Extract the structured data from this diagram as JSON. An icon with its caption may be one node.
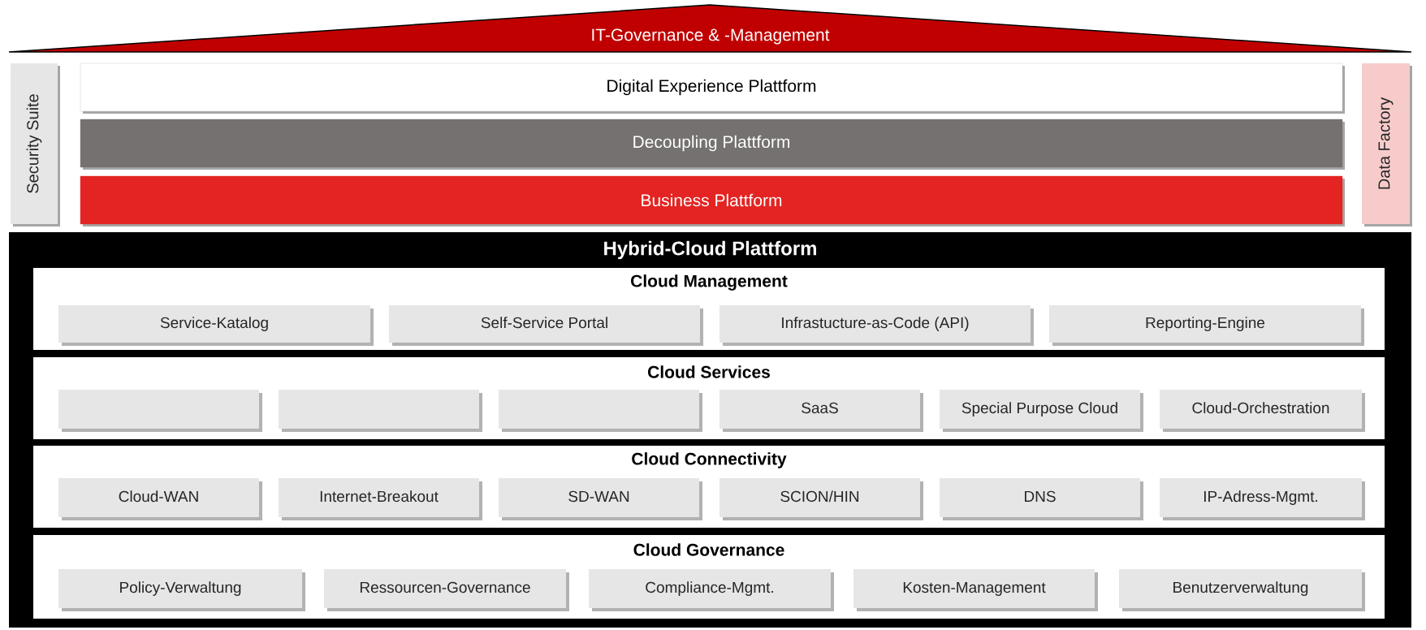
{
  "diagram": {
    "nodes": [
      {
        "text": [
          "IT-Governance & -Management"
        ]
      },
      {
        "text": [
          "Security Suite"
        ]
      },
      {
        "text": [
          "Digital Experience Plattform"
        ]
      },
      {
        "text": [
          "Decoupling Plattform"
        ]
      },
      {
        "text": [
          "Business Plattform"
        ]
      },
      {
        "text": [
          "Data Factory"
        ]
      },
      {
        "text": [
          "Hybrid-Cloud Plattform"
        ]
      },
      {
        "text": [
          "Cloud Management"
        ],
        "in": 6
      },
      {
        "text": [
          "Service-Katalog"
        ],
        "in": 7
      },
      {
        "text": [
          "Self-Service Portal"
        ],
        "in": 7
      },
      {
        "text": [
          "Infrastucture-as-Code (API)"
        ],
        "in": 7
      },
      {
        "text": [
          "Reporting-Engine"
        ],
        "in": 7
      },
      {
        "text": [
          "Cloud Services"
        ],
        "in": 6
      },
      {
        "text": [],
        "shape": "box",
        "in": 12
      },
      {
        "text": [],
        "shape": "box",
        "in": 12
      },
      {
        "text": [],
        "shape": "box",
        "in": 12
      },
      {
        "text": [
          "SaaS"
        ],
        "in": 12
      },
      {
        "text": [
          "Special Purpose Cloud"
        ],
        "in": 12
      },
      {
        "text": [
          "Cloud-Orchestration"
        ],
        "in": 12
      },
      {
        "text": [
          "Cloud Connectivity"
        ],
        "in": 6
      },
      {
        "text": [
          "Cloud-WAN"
        ],
        "in": 19
      },
      {
        "text": [
          "Internet-Breakout"
        ],
        "in": 19
      },
      {
        "text": [
          "SD-WAN"
        ],
        "in": 19
      },
      {
        "text": [
          "SCION/HIN"
        ],
        "in": 19
      },
      {
        "text": [
          "DNS"
        ],
        "in": 19
      },
      {
        "text": [
          "IP-Adress-Mgmt."
        ],
        "in": 19
      },
      {
        "text": [
          "Cloud Governance"
        ],
        "in": 6
      },
      {
        "text": [
          "Policy-Verwaltung"
        ],
        "in": 26
      },
      {
        "text": [
          "Ressourcen-Governance"
        ],
        "in": 26
      },
      {
        "text": [
          "Compliance-Mgmt."
        ],
        "in": 26
      },
      {
        "text": [
          "Kosten-Management"
        ],
        "in": 26
      },
      {
        "text": [
          "Benutzerverwaltung"
        ],
        "in": 26
      }
    ]
  }
}
